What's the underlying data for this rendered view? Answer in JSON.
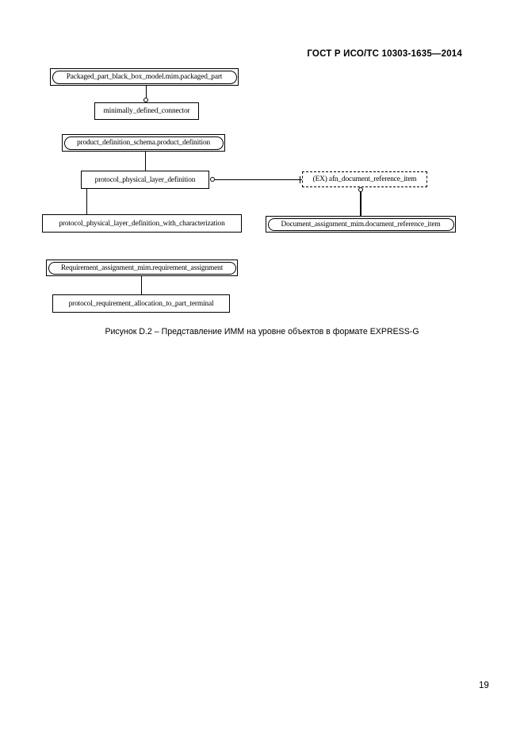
{
  "document": {
    "standard_header": "ГОСТ Р ИСО/ТС 10303-1635—2014",
    "page_number": "19"
  },
  "figure": {
    "caption": "Рисунок D.2 –  Представление ИММ на уровне объектов в формате EXPRESS-G",
    "nodes": [
      {
        "id": "packaged-part-black-box-model",
        "label": "Packaged_part_black_box_model.mim.packaged_part",
        "shape": "schema-rounded"
      },
      {
        "id": "minimally-defined-connector",
        "label": "minimally_defined_connector",
        "shape": "rect"
      },
      {
        "id": "product-definition-schema",
        "label": "product_definition_schema.product_definition",
        "shape": "schema-rounded"
      },
      {
        "id": "protocol-physical-layer-definition",
        "label": "protocol_physical_layer_definition",
        "shape": "rect"
      },
      {
        "id": "afn-document-reference-item",
        "label": "(EX) afn_document_reference_item",
        "shape": "dashed"
      },
      {
        "id": "protocol-physical-layer-definition-with-characterization",
        "label": "protocol_physical_layer_definition_with_characterization",
        "shape": "rect"
      },
      {
        "id": "document-assignment-mim",
        "label": "Document_assignment_mim.document_reference_item",
        "shape": "schema-rounded"
      },
      {
        "id": "requirement-assignment-mim",
        "label": "Requirement_assignment_mim.requirement_assignment",
        "shape": "schema-rounded"
      },
      {
        "id": "protocol-requirement-allocation",
        "label": "protocol_requirement_allocation_to_part_terminal",
        "shape": "rect"
      }
    ],
    "diagram_type": "EXPRESS-G entity-level diagram",
    "colors": {
      "line": "#000000",
      "background": "#ffffff"
    }
  }
}
